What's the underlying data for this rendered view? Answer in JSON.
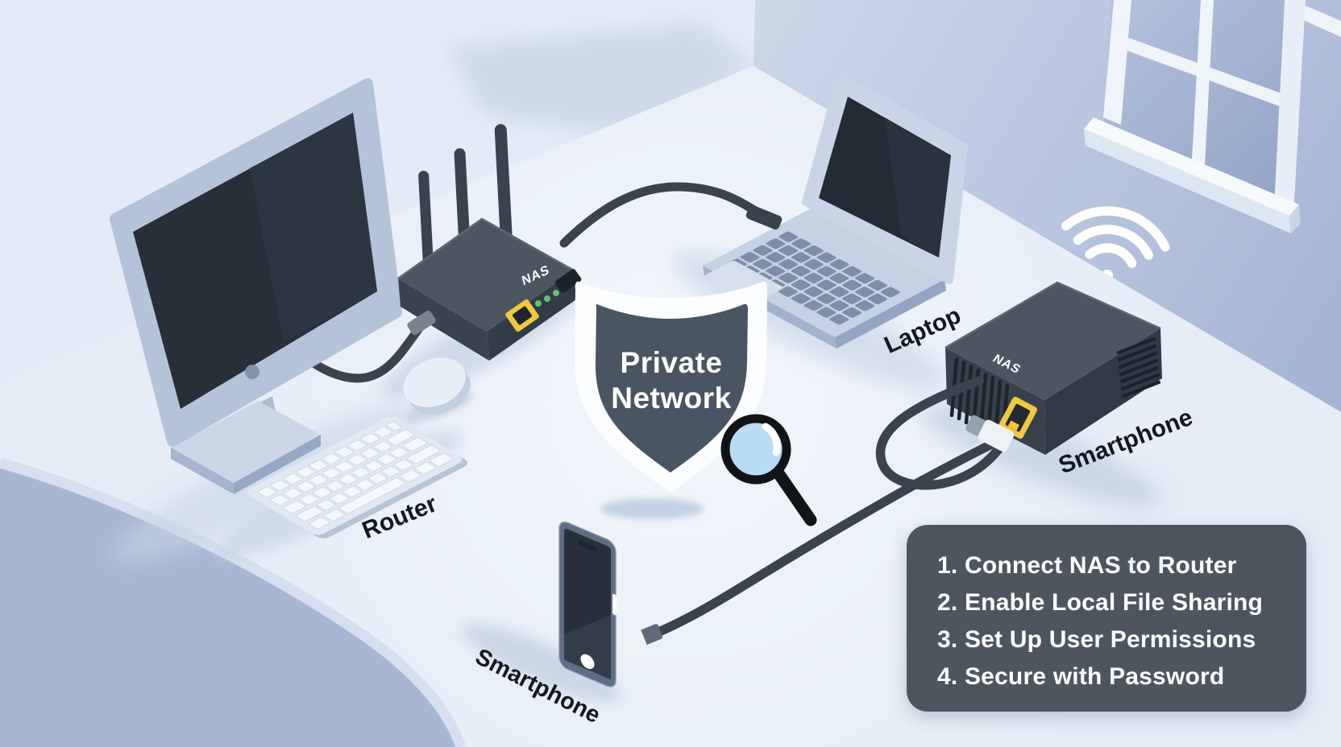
{
  "shield": {
    "line1": "Private",
    "line2": "Network"
  },
  "labels": {
    "router": "Router",
    "laptop": "Laptop",
    "smartphone_bottom": "Smartphone",
    "smartphone_right": "Smartphone"
  },
  "badges": {
    "router_nas": "NAS",
    "nas_box": "NAS"
  },
  "steps": {
    "items": [
      "1. Connect NAS to Router",
      "2. Enable Local File Sharing",
      "3. Set Up User Permissions",
      "4. Secure with Password"
    ]
  },
  "colors": {
    "wall_light": "#e3ecf6",
    "wall_dark": "#a8b7d5",
    "desk": "#e9eff8",
    "desk_front": "#a8b7d1",
    "device_dark": "#4c5661",
    "panel_dark": "#4d565f",
    "shield_fill": "#4a5563",
    "cable": "#3a434e",
    "port_yellow": "#f2c93e",
    "led_green": "#5bc46f",
    "lens_blue": "#b7dcf3"
  }
}
